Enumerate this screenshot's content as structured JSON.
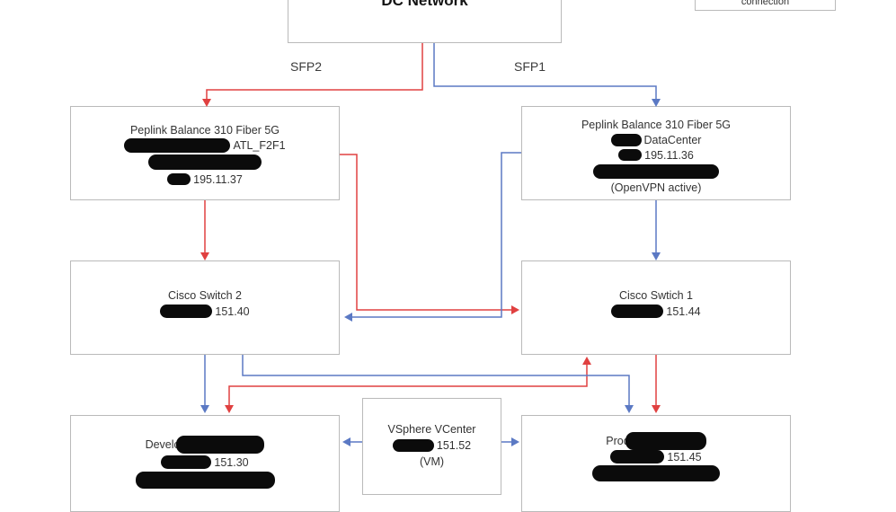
{
  "colors": {
    "red": "#e04040",
    "blue": "#5b79c4",
    "border": "#bababa",
    "text": "#333333"
  },
  "edge_labels": {
    "sfp2": "SFP2",
    "sfp1": "SFP1"
  },
  "nodes": {
    "dc_network": {
      "title": "DC Network"
    },
    "connection_box": {
      "label": "connection"
    },
    "peplink_atl": {
      "title": "Peplink Balance 310 Fiber 5G",
      "name_suffix": "ATL_F2F1",
      "ip": "195.11.37"
    },
    "peplink_dc": {
      "title": "Peplink Balance 310 Fiber 5G",
      "name_suffix": "DataCenter",
      "ip": "195.11.36",
      "status": "(OpenVPN active)"
    },
    "cisco_switch_2": {
      "title": "Cisco Switch 2",
      "ip": "151.40"
    },
    "cisco_switch_1": {
      "title": "Cisco Swtich 1",
      "ip": "151.44"
    },
    "development": {
      "name_prefix": "Develop",
      "ip": "151.30"
    },
    "vsphere": {
      "title": "VSphere VCenter",
      "ip": "151.52",
      "subtitle": "(VM)"
    },
    "production": {
      "name_prefix": "Prod",
      "ip": "151.45"
    }
  }
}
